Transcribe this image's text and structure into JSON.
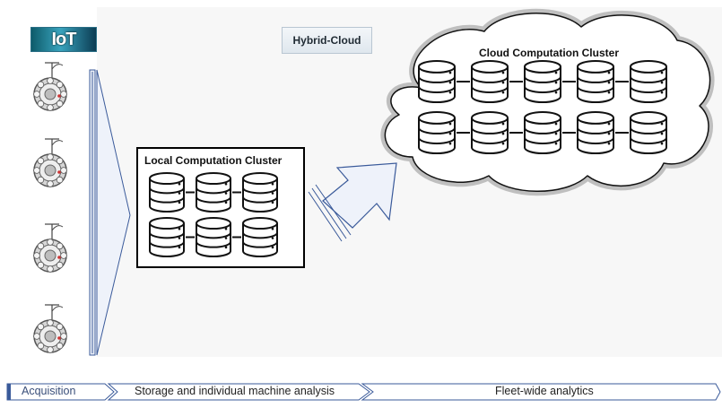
{
  "logo": {
    "text": "IoT"
  },
  "hybrid_cloud": {
    "label": "Hybrid-Cloud"
  },
  "local_cluster": {
    "title": "Local Computation Cluster",
    "rows": 2,
    "cols": 3
  },
  "cloud_cluster": {
    "title": "Cloud Computation Cluster",
    "rows": 2,
    "cols": 5
  },
  "sensors": {
    "count": 4
  },
  "phases": {
    "acquisition": "Acquisition",
    "storage": "Storage and individual machine analysis",
    "fleet": "Fleet-wide analytics"
  }
}
